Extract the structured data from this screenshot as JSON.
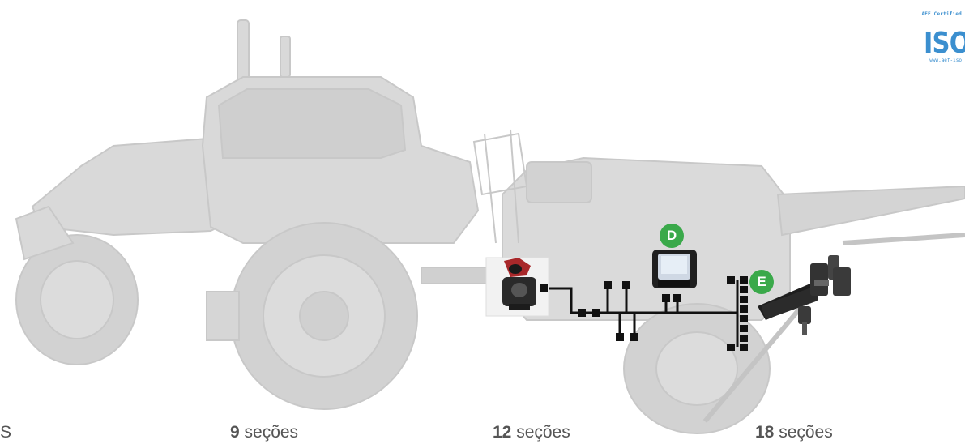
{
  "iso": {
    "certified_label": "AEF Certified",
    "logo_text": "ISO",
    "url_text": "www.aef-iso"
  },
  "markers": {
    "d_label": "D",
    "e_label": "E"
  },
  "sections": [
    {
      "prefix": "",
      "number": "",
      "suffix": "S"
    },
    {
      "prefix": "",
      "number": "9",
      "suffix": " seções"
    },
    {
      "prefix": "",
      "number": "12",
      "suffix": " seções"
    },
    {
      "prefix": "",
      "number": "18",
      "suffix": " seções"
    }
  ],
  "colors": {
    "tractor_fill": "#d6d6d6",
    "tractor_stroke": "#c4c4c4",
    "cable": "#111111",
    "badge_green": "#3aa94a",
    "iso_blue": "#3b8fcf",
    "caption_text": "#555555"
  }
}
